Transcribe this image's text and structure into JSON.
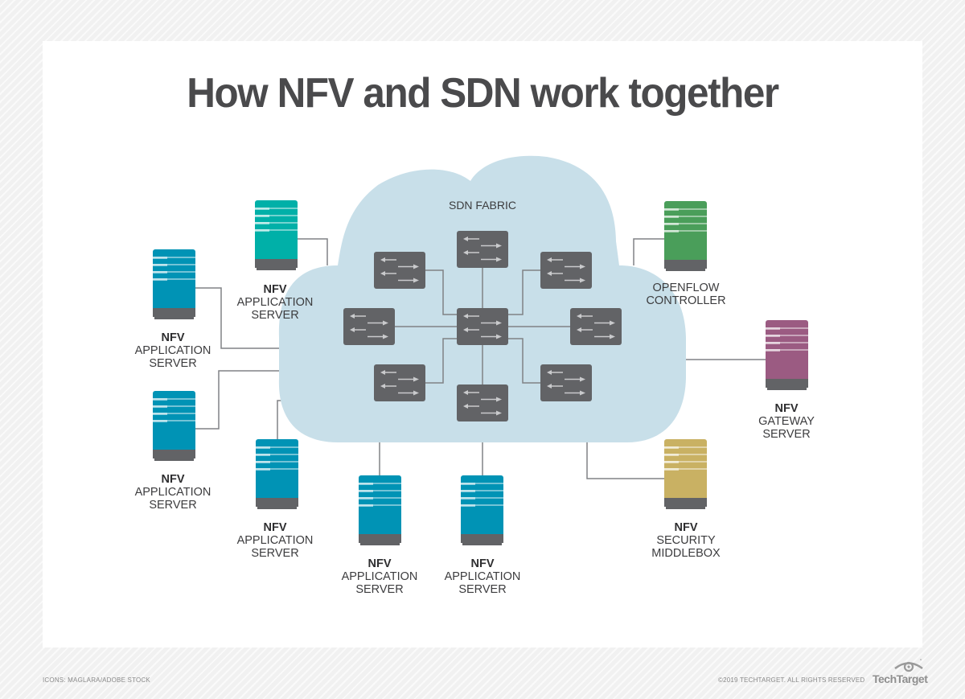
{
  "title": "How NFV and SDN work together",
  "cloud": {
    "label": "SDN FABRIC",
    "fill": "#c8dfe9",
    "switch_count": 9,
    "switch_color": "#626366"
  },
  "nodes": [
    {
      "id": "app-server-top",
      "line1": "NFV",
      "line2": "APPLICATION",
      "line3": "SERVER",
      "color": "#00b0a8"
    },
    {
      "id": "app-server-left-1",
      "line1": "NFV",
      "line2": "APPLICATION",
      "line3": "SERVER",
      "color": "#0093b5"
    },
    {
      "id": "app-server-left-2",
      "line1": "NFV",
      "line2": "APPLICATION",
      "line3": "SERVER",
      "color": "#0093b5"
    },
    {
      "id": "app-server-bottom-1",
      "line1": "NFV",
      "line2": "APPLICATION",
      "line3": "SERVER",
      "color": "#0093b5"
    },
    {
      "id": "app-server-bottom-2",
      "line1": "NFV",
      "line2": "APPLICATION",
      "line3": "SERVER",
      "color": "#0093b5"
    },
    {
      "id": "app-server-bottom-3",
      "line1": "NFV",
      "line2": "APPLICATION",
      "line3": "SERVER",
      "color": "#0093b5"
    },
    {
      "id": "openflow-controller",
      "line1": "",
      "line2": "OPENFLOW",
      "line3": "CONTROLLER",
      "color": "#4a9e5a"
    },
    {
      "id": "gateway-server",
      "line1": "NFV",
      "line2": "GATEWAY",
      "line3": "SERVER",
      "color": "#9b5b82"
    },
    {
      "id": "security-middlebox",
      "line1": "NFV",
      "line2": "SECURITY",
      "line3": "MIDDLEBOX",
      "color": "#c9b163"
    }
  ],
  "footer": {
    "credit": "ICONS: MAGLARA/ADOBE STOCK",
    "copyright": "©2019 TECHTARGET. ALL RIGHTS RESERVED",
    "logo": "TechTarget"
  },
  "colors": {
    "line": "#808285",
    "server_base": "#626366",
    "title": "#4a4a4c"
  }
}
